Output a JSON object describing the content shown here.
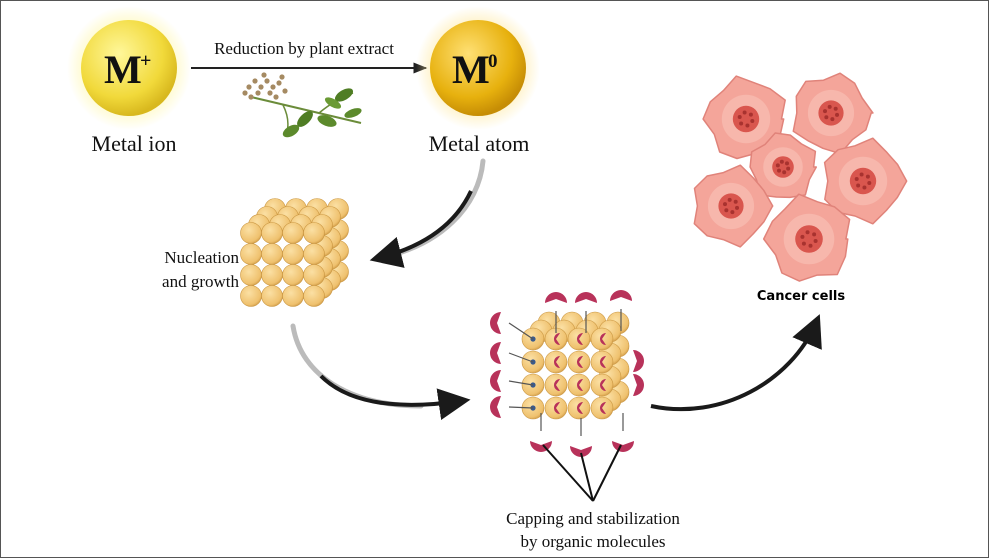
{
  "metal_ion": {
    "symbol": "M",
    "charge": "+",
    "label": "Metal ion"
  },
  "metal_atom": {
    "symbol": "M",
    "charge": "0",
    "label": "Metal atom"
  },
  "reduction_label": "Reduction by plant extract",
  "nucleation_label": [
    "Nucleation",
    "and growth"
  ],
  "cancer_label": "Cancer cells",
  "capping_label": [
    "Capping and stabilization",
    "by organic molecules"
  ],
  "colors": {
    "ion_fill": "#f3dc3c",
    "atom_fill": "#e8b60c",
    "cube_fill": "#f0c878",
    "cube_edge": "#c99540",
    "capping": "#b8325a",
    "cell_fill": "#f4a59a",
    "cell_nucleus": "#d9564e",
    "arrow": "#1a1a1a"
  }
}
